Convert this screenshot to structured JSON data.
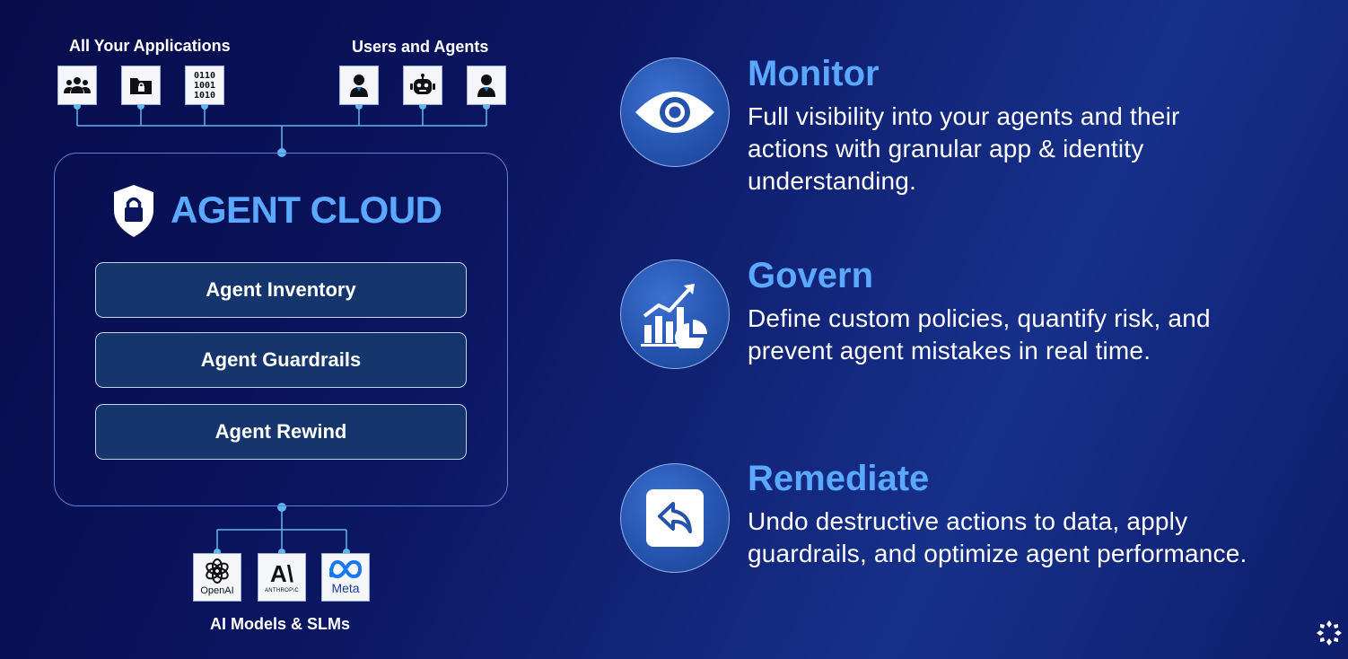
{
  "diagram": {
    "applications_label": "All Your Applications",
    "users_label": "Users and Agents",
    "app_icons": [
      "users-group-icon",
      "folder-lock-icon",
      "binary-data-icon"
    ],
    "user_icons": [
      "person-icon",
      "robot-icon",
      "person-icon"
    ],
    "binary_rows": [
      "0110",
      "1001",
      "1010"
    ],
    "cloud": {
      "title": "AGENT CLOUD",
      "modules": [
        "Agent Inventory",
        "Agent Guardrails",
        "Agent Rewind"
      ]
    },
    "models": [
      {
        "name": "OpenAI",
        "icon": "openai-logo-icon"
      },
      {
        "name": "ANTHROP\\C",
        "mark": "A\\",
        "icon": "anthropic-logo-icon"
      },
      {
        "name": "Meta",
        "icon": "meta-logo-icon"
      }
    ],
    "models_label": "AI Models & SLMs",
    "colors": {
      "accent": "#5aa8ff",
      "line": "#5fb7ef",
      "module_fill": "#15356c"
    }
  },
  "features": [
    {
      "title": "Monitor",
      "icon": "eye-icon",
      "lines": [
        "Full visibility into your agents and their",
        "actions with granular app & identity",
        "understanding."
      ]
    },
    {
      "title": "Govern",
      "icon": "analytics-chart-icon",
      "lines": [
        "Define custom policies, quantify risk, and",
        "prevent agent mistakes in real time."
      ]
    },
    {
      "title": "Remediate",
      "icon": "undo-arrow-icon",
      "lines": [
        "Undo destructive actions to data, apply",
        "guardrails, and optimize agent performance."
      ]
    }
  ],
  "brand_icon": "brand-logo-icon"
}
